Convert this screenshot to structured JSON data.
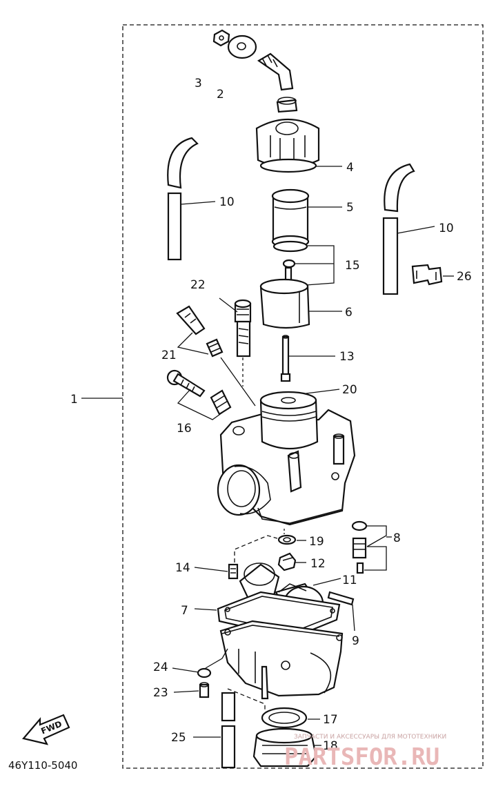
{
  "diagram": {
    "drawing_code": "46Y110-5040",
    "fwd_label": "FWD",
    "part_numbers": {
      "p1": "1",
      "p2": "2",
      "p3": "3",
      "p4": "4",
      "p5": "5",
      "p6": "6",
      "p7": "7",
      "p8": "8",
      "p9": "9",
      "p10a": "10",
      "p10b": "10",
      "p11": "11",
      "p12": "12",
      "p13": "13",
      "p14": "14",
      "p15": "15",
      "p16": "16",
      "p17": "17",
      "p18": "18",
      "p19": "19",
      "p20": "20",
      "p21": "21",
      "p22": "22",
      "p23": "23",
      "p24": "24",
      "p25": "25",
      "p26": "26"
    }
  },
  "watermark": {
    "caption": "ЗАПЧАСТИ И АКСЕССУАРЫ ДЛЯ МОТОТЕХНИКИ",
    "brand": "PARTSFOR.RU"
  }
}
